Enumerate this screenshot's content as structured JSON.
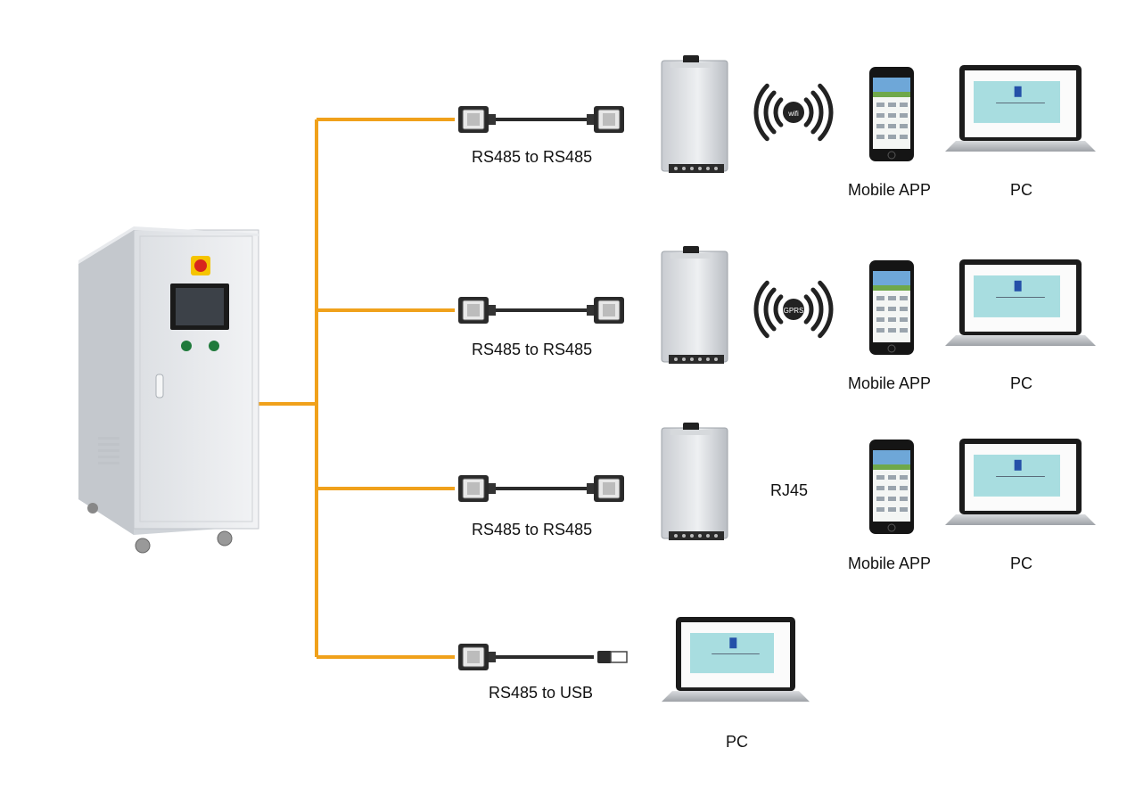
{
  "colors": {
    "trunk": "#f0a11b",
    "cable": "#2b2b2b",
    "screen": "#a8dde0",
    "panel": "#e9ebee"
  },
  "rows": [
    {
      "cable_label": "RS485 to RS485",
      "link": "wifi",
      "link_label": "wifi",
      "app_label": "Mobile APP",
      "pc_label": "PC"
    },
    {
      "cable_label": "RS485 to RS485",
      "link": "gprs",
      "link_label": "GPRS",
      "app_label": "Mobile APP",
      "pc_label": "PC"
    },
    {
      "cable_label": "RS485 to RS485",
      "link": "rj45",
      "link_label": "RJ45",
      "app_label": "Mobile APP",
      "pc_label": "PC"
    },
    {
      "cable_label": "RS485 to USB",
      "pc_label": "PC"
    }
  ],
  "icons": [
    "cabinet-icon",
    "db9-connector-icon",
    "usb-plug-icon",
    "datalogger-icon",
    "wireless-signal-icon",
    "smartphone-icon",
    "laptop-icon"
  ]
}
